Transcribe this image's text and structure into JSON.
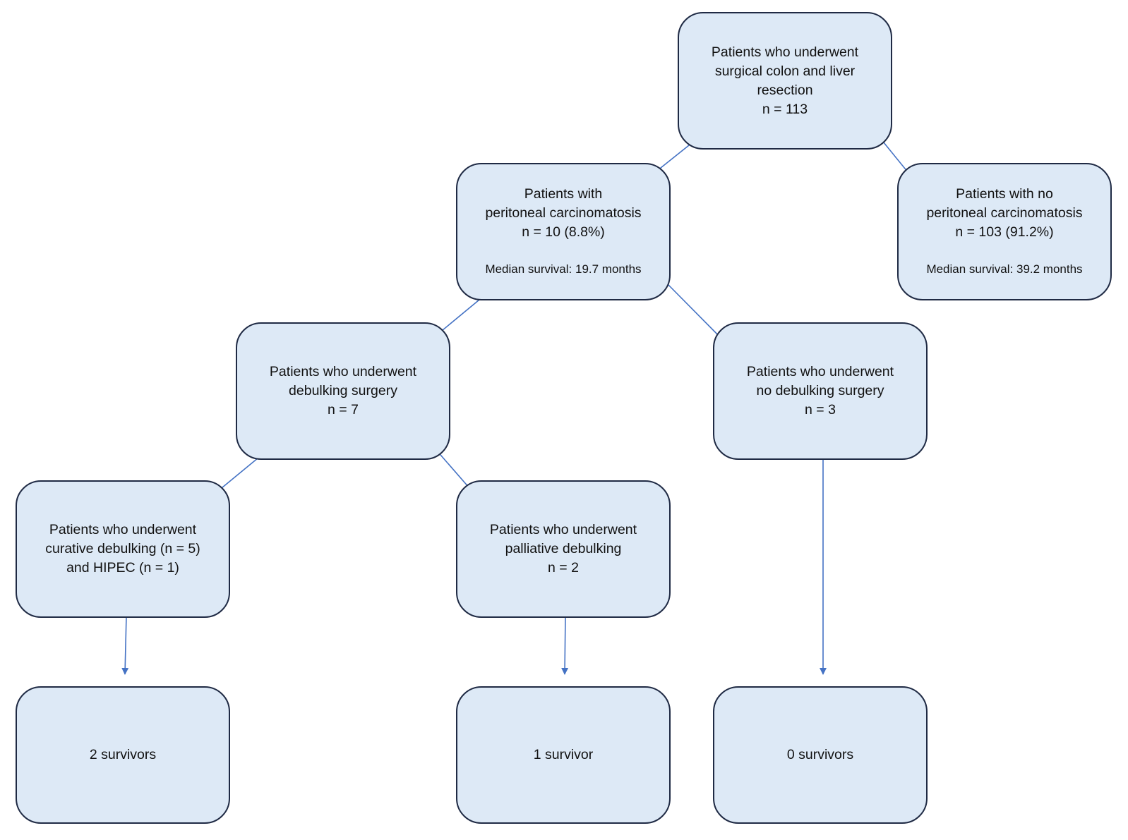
{
  "diagram": {
    "nodes": {
      "start": {
        "lines": [
          "Patients who underwent",
          "surgical colon and liver",
          "resection",
          "n = 113"
        ]
      },
      "pc": {
        "lines": [
          "Patients with",
          "peritoneal carcinomatosis",
          "n = 10 (8.8%)"
        ],
        "note": "Median survival: 19.7 months"
      },
      "no_pc": {
        "lines": [
          "Patients with no",
          "peritoneal carcinomatosis",
          "n = 103 (91.2%)"
        ],
        "note": "Median survival: 39.2 months"
      },
      "debulking": {
        "lines": [
          "Patients who underwent",
          "debulking surgery",
          "n = 7"
        ]
      },
      "no_debulking": {
        "lines": [
          "Patients who underwent",
          "no debulking surgery",
          "n = 3"
        ]
      },
      "curative": {
        "lines": [
          "Patients who underwent",
          "curative debulking (n = 5)",
          "and HIPEC (n = 1)"
        ]
      },
      "palliative": {
        "lines": [
          "Patients who underwent",
          "palliative debulking",
          "n = 2"
        ]
      },
      "survivors_curative": {
        "lines": [
          "2 survivors"
        ]
      },
      "survivors_palliative": {
        "lines": [
          "1 survivor"
        ]
      },
      "survivors_no_debulking": {
        "lines": [
          "0 survivors"
        ]
      }
    },
    "edges": [
      {
        "from": "start",
        "to": "pc"
      },
      {
        "from": "start",
        "to": "no_pc"
      },
      {
        "from": "pc",
        "to": "debulking"
      },
      {
        "from": "pc",
        "to": "no_debulking"
      },
      {
        "from": "debulking",
        "to": "curative"
      },
      {
        "from": "debulking",
        "to": "palliative"
      },
      {
        "from": "curative",
        "to": "survivors_curative"
      },
      {
        "from": "palliative",
        "to": "survivors_palliative"
      },
      {
        "from": "no_debulking",
        "to": "survivors_no_debulking"
      }
    ],
    "colors": {
      "box_fill": "#dde9f6",
      "box_border": "#1f2a44",
      "arrow": "#4472c4"
    }
  }
}
